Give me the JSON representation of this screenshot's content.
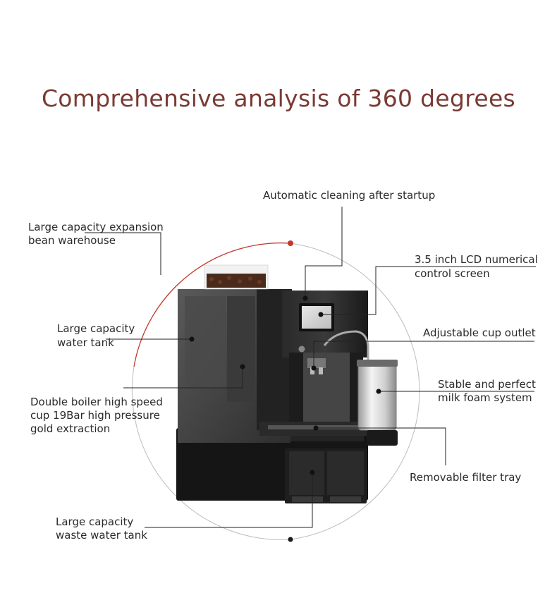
{
  "title": "Comprehensive analysis of 360 degrees",
  "callouts": {
    "auto_cleaning": "Automatic cleaning after startup",
    "bean_warehouse_1": "Large capacity expansion",
    "bean_warehouse_2": "bean warehouse",
    "lcd_1": "3.5 inch LCD numerical",
    "lcd_2": "control screen",
    "water_tank_1": "Large capacity",
    "water_tank_2": "water tank",
    "cup_outlet": "Adjustable cup outlet",
    "milk_foam_1": "Stable and perfect",
    "milk_foam_2": "milk foam system",
    "boiler_1": "Double boiler high speed",
    "boiler_2": "cup 19Bar high pressure",
    "boiler_3": "gold extraction",
    "filter_tray": "Removable filter tray",
    "waste_tank_1": "Large capacity",
    "waste_tank_2": "waste water tank"
  },
  "colors": {
    "accent_red": "#c0392b",
    "machine_black": "#1b1b1b",
    "title_color": "#7a3a34"
  }
}
